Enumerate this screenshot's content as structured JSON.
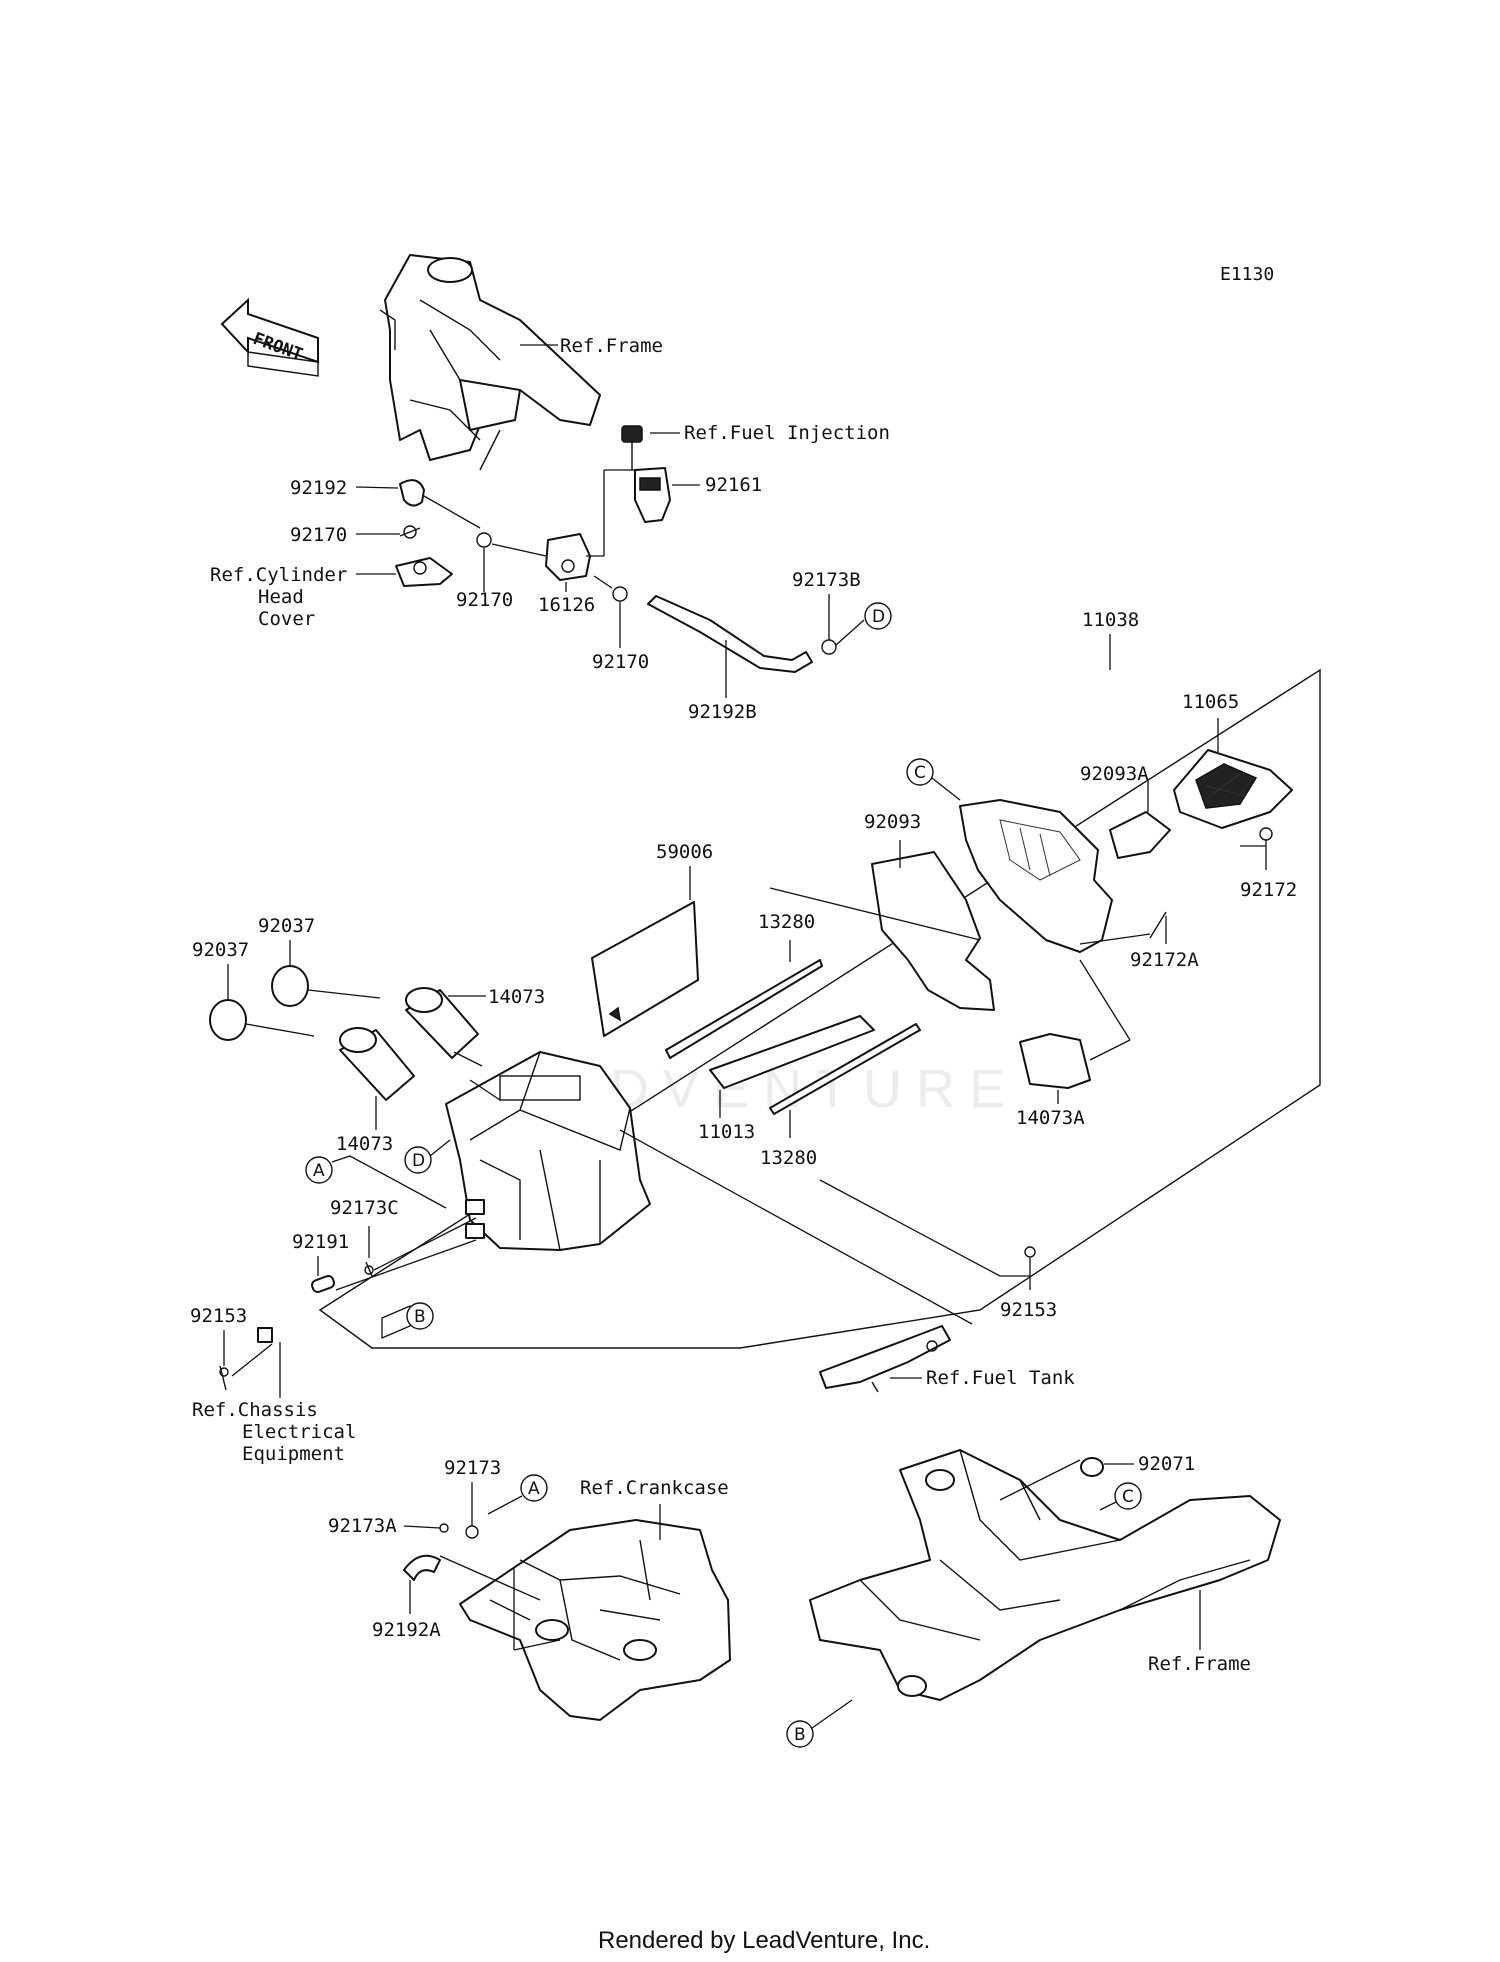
{
  "diagram_code": "E1130",
  "front_label": "FRONT",
  "watermark": "ADVENTURE",
  "footer": "Rendered by LeadVenture, Inc.",
  "refs": {
    "frame_top": "Ref.Frame",
    "fuel_injection": "Ref.Fuel Injection",
    "cylinder_head_cover_1": "Ref.Cylinder",
    "cylinder_head_cover_2": "Head",
    "cylinder_head_cover_3": "Cover",
    "chassis_1": "Ref.Chassis",
    "chassis_2": "Electrical",
    "chassis_3": "Equipment",
    "fuel_tank": "Ref.Fuel Tank",
    "crankcase": "Ref.Crankcase",
    "frame_bottom": "Ref.Frame"
  },
  "parts": {
    "p92192": "92192",
    "p92170_a": "92170",
    "p92170_b": "92170",
    "p92170_c": "92170",
    "p16126": "16126",
    "p92161": "92161",
    "p92173B": "92173B",
    "p92192B": "92192B",
    "p11038": "11038",
    "p11065": "11065",
    "p92093A": "92093A",
    "p92093": "92093",
    "p92172": "92172",
    "p92172A": "92172A",
    "p59006": "59006",
    "p13280_a": "13280",
    "p13280_b": "13280",
    "p11013": "11013",
    "p14073A": "14073A",
    "p92037_a": "92037",
    "p92037_b": "92037",
    "p14073_a": "14073",
    "p14073_b": "14073",
    "p92173C": "92173C",
    "p92191": "92191",
    "p92153_a": "92153",
    "p92153_b": "92153",
    "p92173": "92173",
    "p92173A": "92173A",
    "p92192A": "92192A",
    "p92071": "92071"
  },
  "callouts": {
    "A1": "A",
    "A2": "A",
    "B1": "B",
    "B2": "B",
    "C1": "C",
    "C2": "C",
    "D1": "D",
    "D2": "D"
  }
}
